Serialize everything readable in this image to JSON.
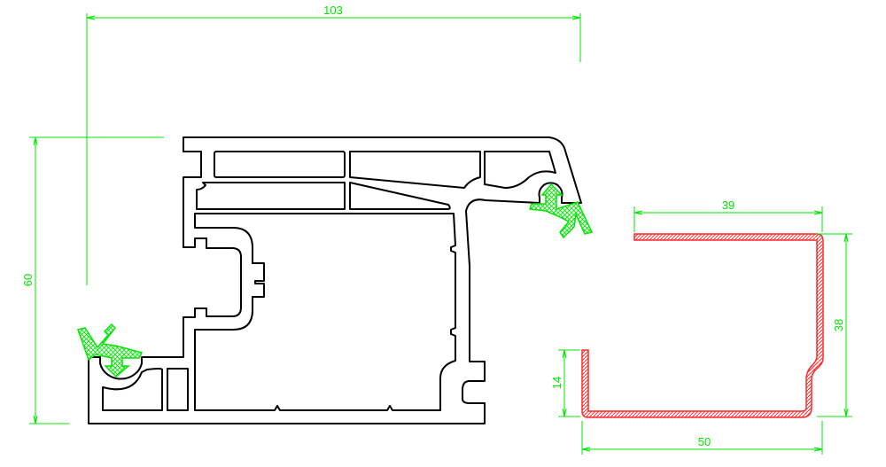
{
  "dimensions": {
    "total_width": "103",
    "total_height": "60",
    "channel_top": "39",
    "channel_height": "38",
    "channel_lip": "14",
    "channel_bottom": "50"
  },
  "colors": {
    "profile": "#000000",
    "dimension": "#00e600",
    "channel": "#ff2a2a"
  }
}
